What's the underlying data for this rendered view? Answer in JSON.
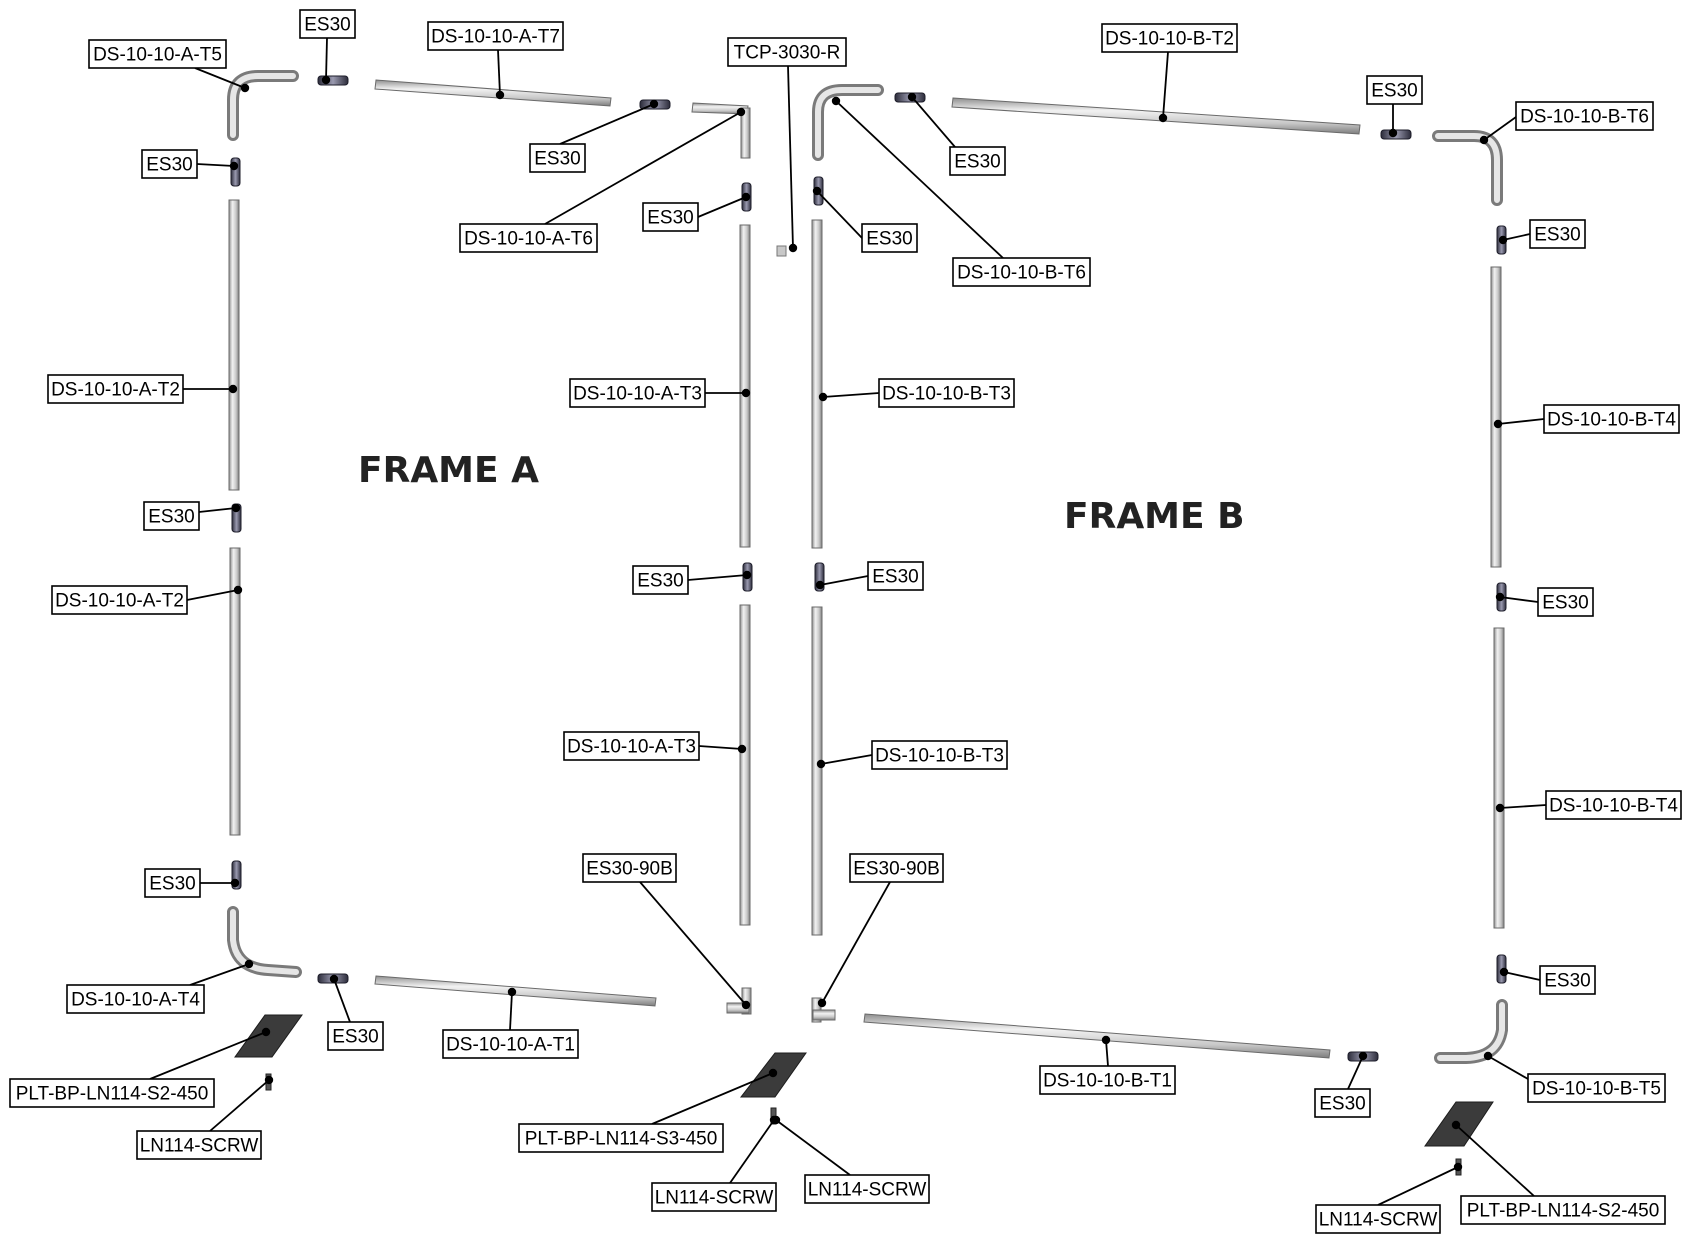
{
  "frames": {
    "frame_a": "FRAME A",
    "frame_b": "FRAME B"
  },
  "parts": [
    {
      "id": "a-t5-top",
      "label": "DS-10-10-A-T5"
    },
    {
      "id": "es30-a-top1",
      "label": "ES30"
    },
    {
      "id": "a-t7",
      "label": "DS-10-10-A-T7"
    },
    {
      "id": "tcp",
      "label": "TCP-3030-R"
    },
    {
      "id": "b-t2",
      "label": "DS-10-10-B-T2"
    },
    {
      "id": "es30-b-top-right",
      "label": "ES30"
    },
    {
      "id": "b-t6-right",
      "label": "DS-10-10-B-T6"
    },
    {
      "id": "es30-a-left1",
      "label": "ES30"
    },
    {
      "id": "es30-a-top2",
      "label": "ES30"
    },
    {
      "id": "es30-b-top1",
      "label": "ES30"
    },
    {
      "id": "es30-a-mid-top",
      "label": "ES30"
    },
    {
      "id": "a-t6",
      "label": "DS-10-10-A-T6"
    },
    {
      "id": "es30-b-mid-top",
      "label": "ES30"
    },
    {
      "id": "b-t6-mid",
      "label": "DS-10-10-B-T6"
    },
    {
      "id": "es30-b-right1",
      "label": "ES30"
    },
    {
      "id": "a-t2-upper",
      "label": "DS-10-10-A-T2"
    },
    {
      "id": "a-t3-upper",
      "label": "DS-10-10-A-T3"
    },
    {
      "id": "b-t3-upper",
      "label": "DS-10-10-B-T3"
    },
    {
      "id": "b-t4-upper",
      "label": "DS-10-10-B-T4"
    },
    {
      "id": "es30-a-left2",
      "label": "ES30"
    },
    {
      "id": "es30-a-mid2",
      "label": "ES30"
    },
    {
      "id": "es30-b-mid2",
      "label": "ES30"
    },
    {
      "id": "es30-b-right2",
      "label": "ES30"
    },
    {
      "id": "a-t2-lower",
      "label": "DS-10-10-A-T2"
    },
    {
      "id": "a-t3-lower",
      "label": "DS-10-10-A-T3"
    },
    {
      "id": "b-t3-lower",
      "label": "DS-10-10-B-T3"
    },
    {
      "id": "b-t4-lower",
      "label": "DS-10-10-B-T4"
    },
    {
      "id": "es30-90b-a",
      "label": "ES30-90B"
    },
    {
      "id": "es30-90b-b",
      "label": "ES30-90B"
    },
    {
      "id": "es30-a-left3",
      "label": "ES30"
    },
    {
      "id": "a-t4",
      "label": "DS-10-10-A-T4"
    },
    {
      "id": "es30-a-bottom",
      "label": "ES30"
    },
    {
      "id": "a-t1",
      "label": "DS-10-10-A-T1"
    },
    {
      "id": "es30-b-right3",
      "label": "ES30"
    },
    {
      "id": "b-t1",
      "label": "DS-10-10-B-T1"
    },
    {
      "id": "b-t5",
      "label": "DS-10-10-B-T5"
    },
    {
      "id": "es30-b-bottom",
      "label": "ES30"
    },
    {
      "id": "plt-s2-left",
      "label": "PLT-BP-LN114-S2-450"
    },
    {
      "id": "screw-left",
      "label": "LN114-SCRW"
    },
    {
      "id": "plt-s3",
      "label": "PLT-BP-LN114-S3-450"
    },
    {
      "id": "screw-mid-a",
      "label": "LN114-SCRW"
    },
    {
      "id": "screw-mid-b",
      "label": "LN114-SCRW"
    },
    {
      "id": "screw-right",
      "label": "LN114-SCRW"
    },
    {
      "id": "plt-s2-right",
      "label": "PLT-BP-LN114-S2-450"
    }
  ]
}
